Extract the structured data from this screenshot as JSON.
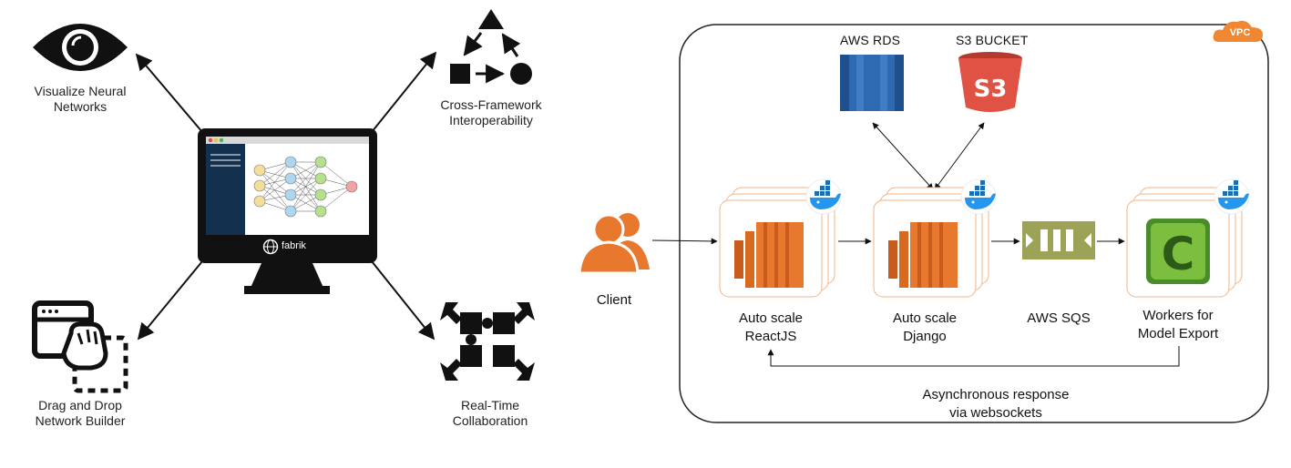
{
  "left": {
    "features": {
      "visualize": [
        "Visualize Neural",
        "Networks"
      ],
      "cross": [
        "Cross-Framework",
        "Interoperability"
      ],
      "drag": [
        "Drag and Drop",
        "Network Builder"
      ],
      "realtime": [
        "Real-Time",
        "Collaboration"
      ]
    },
    "monitor": {
      "brand": "fabrik"
    }
  },
  "right": {
    "vpc_label": "VPC",
    "client_label": "Client",
    "rds_label": "AWS RDS",
    "s3_label": "S3 BUCKET",
    "s3_logo_text": "S3",
    "react_label": [
      "Auto scale",
      "ReactJS"
    ],
    "django_label": [
      "Auto scale",
      "Django"
    ],
    "sqs_label": "AWS SQS",
    "workers_label": [
      "Workers for",
      "Model Export"
    ],
    "async_label": [
      "Asynchronous response",
      "via websockets"
    ],
    "workers_logo_letter": "C"
  },
  "colors": {
    "aws_orange": "#e8782e",
    "rds_blue": "#2e6ab1",
    "s3_red": "#e05243",
    "sqs_olive": "#9ca356",
    "monitor_navy": "#14304f",
    "celery_green": "#4a8b2a"
  }
}
